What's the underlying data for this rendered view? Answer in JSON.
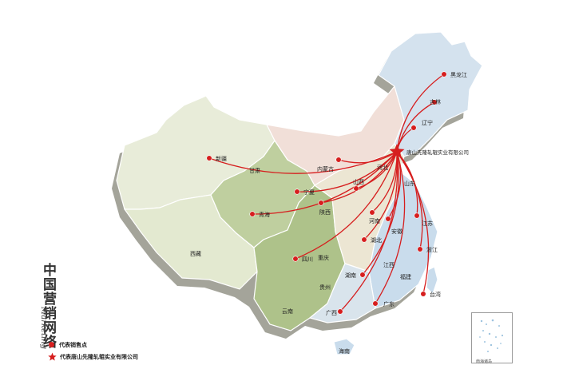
{
  "colors": {
    "route": "#d61e1e",
    "point": "#d61e1e",
    "hq_star": "#d61e1e",
    "region_west": "#e8ecd9",
    "region_west_alt": "#e3e9d0",
    "region_central_green": "#bfcf9f",
    "region_north_pink": "#f1dfd8",
    "region_east_blue": "#d4e2ee",
    "region_south_blue": "#c9dcec",
    "region_mid": "#ece6d3",
    "shadow": "#9a9a92"
  },
  "title": "中国营销网络",
  "subtitle": "Marketing",
  "legend": {
    "point_label": "代表销售点",
    "hq_label": "代表唐山先隆轧辊实业有限公司"
  },
  "hq": {
    "name": "唐山先隆轧辊实业有限公司"
  },
  "inset_label": "南海诸岛",
  "sales_points": [
    {
      "id": "xinjiang",
      "name": "新疆"
    },
    {
      "id": "qinghai",
      "name": "青海"
    },
    {
      "id": "ningxia",
      "name": "宁夏"
    },
    {
      "id": "neimenggu",
      "name": "内蒙古"
    },
    {
      "id": "sichuan",
      "name": "四川"
    },
    {
      "id": "shaanxi",
      "name": "陕西"
    },
    {
      "id": "shanxi",
      "name": "山西"
    },
    {
      "id": "henan",
      "name": "河南"
    },
    {
      "id": "hubei",
      "name": "湖北"
    },
    {
      "id": "hunan",
      "name": "湖南"
    },
    {
      "id": "guangxi",
      "name": "广西"
    },
    {
      "id": "guangdong",
      "name": "广东"
    },
    {
      "id": "anhui",
      "name": "安徽"
    },
    {
      "id": "jiangsu",
      "name": "江苏"
    },
    {
      "id": "zhejiang",
      "name": "浙江"
    },
    {
      "id": "taiwan",
      "name": "台湾"
    },
    {
      "id": "liaoning",
      "name": "辽宁"
    },
    {
      "id": "jilin",
      "name": "吉林"
    },
    {
      "id": "heilongjiang",
      "name": "黑龙江"
    }
  ],
  "province_labels": [
    {
      "id": "xizang",
      "name": "西藏"
    },
    {
      "id": "gansu",
      "name": "甘肃"
    },
    {
      "id": "chongqing",
      "name": "重庆"
    },
    {
      "id": "guizhou",
      "name": "贵州"
    },
    {
      "id": "yunnan",
      "name": "云南"
    },
    {
      "id": "jiangxi",
      "name": "江西"
    },
    {
      "id": "fujian",
      "name": "福建"
    },
    {
      "id": "shandong",
      "name": "山东"
    },
    {
      "id": "hebei",
      "name": "河北"
    },
    {
      "id": "hainan",
      "name": "海南"
    }
  ]
}
